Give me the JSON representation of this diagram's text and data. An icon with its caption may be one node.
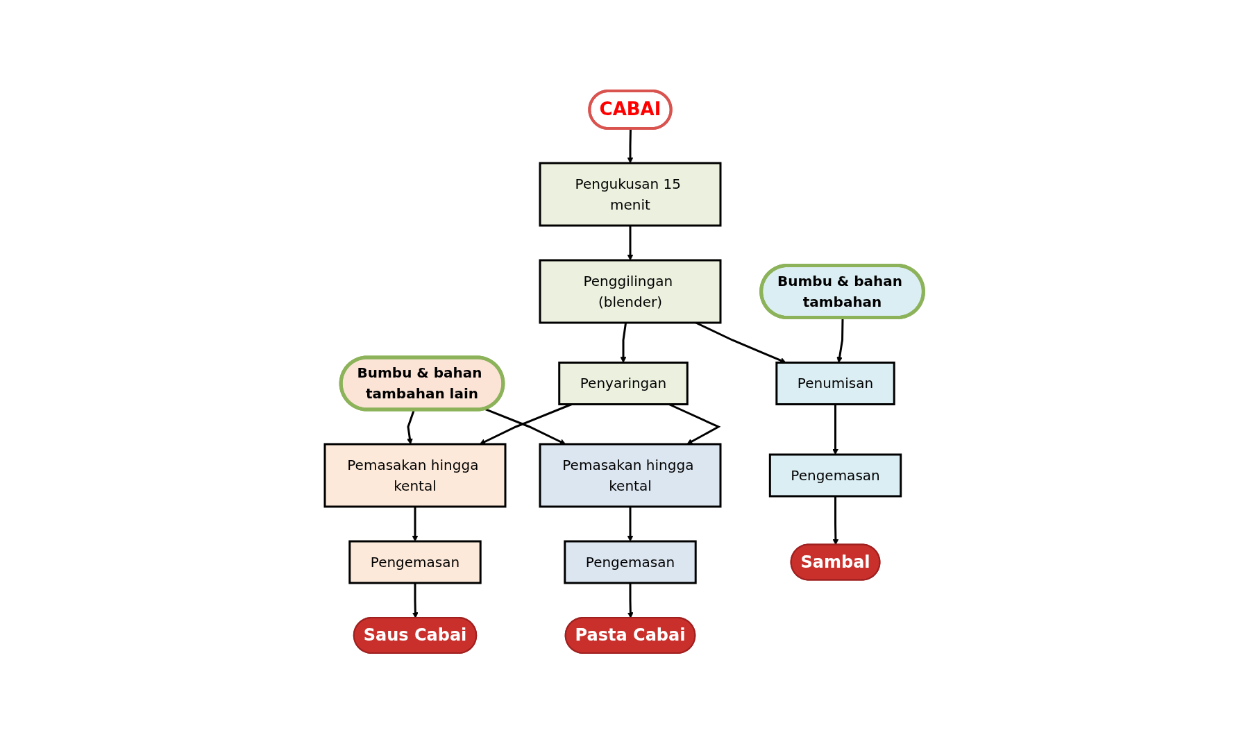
{
  "diagram": {
    "nodes": [
      {
        "text": [
          "CABAI"
        ]
      },
      {
        "text": [
          "Pengukusan 15 menit"
        ]
      },
      {
        "text": [
          "Bumbu & bahan tambahan"
        ]
      },
      {
        "text": [
          "Penggilingan (blender)"
        ]
      },
      {
        "text": [
          "Bumbu & bahan tambahan lain"
        ]
      },
      {
        "text": [
          "Penyaringan"
        ]
      },
      {
        "text": [
          "Pemasakan hingga kental"
        ]
      },
      {
        "text": [
          "Pemasakan hingga kental"
        ]
      },
      {
        "text": [
          "Penumisan"
        ]
      },
      {
        "text": [
          "Pengemasan"
        ]
      },
      {
        "text": [
          "Pengemasan"
        ]
      },
      {
        "text": [
          "Pengemasan"
        ]
      },
      {
        "text": [
          "Saus Cabai"
        ]
      },
      {
        "text": [
          "Pasta Cabai"
        ]
      },
      {
        "text": [
          "Sambal"
        ]
      }
    ],
    "edges": [
      {
        "from": 0,
        "to": 1,
        "arrow": "to"
      },
      {
        "from": 1,
        "to": 3,
        "arrow": "to"
      },
      {
        "from": 3,
        "to": 5,
        "arrow": "to"
      },
      {
        "from": 3,
        "to": 8,
        "arrow": "to"
      },
      {
        "from": 2,
        "to": 8,
        "arrow": "to"
      },
      {
        "from": 4,
        "to": 6,
        "arrow": "to"
      },
      {
        "from": 4,
        "to": 7,
        "arrow": "to"
      },
      {
        "from": 5,
        "to": 6,
        "arrow": "to"
      },
      {
        "from": 5,
        "to": 7,
        "arrow": "to"
      },
      {
        "from": 6,
        "to": 9,
        "arrow": "to"
      },
      {
        "from": 7,
        "to": 10,
        "arrow": "to"
      },
      {
        "from": 8,
        "to": 11,
        "arrow": "to"
      },
      {
        "from": 9,
        "to": 12,
        "arrow": "to"
      },
      {
        "from": 10,
        "to": 13,
        "arrow": "to"
      },
      {
        "from": 11,
        "to": 14,
        "arrow": "to"
      }
    ]
  }
}
